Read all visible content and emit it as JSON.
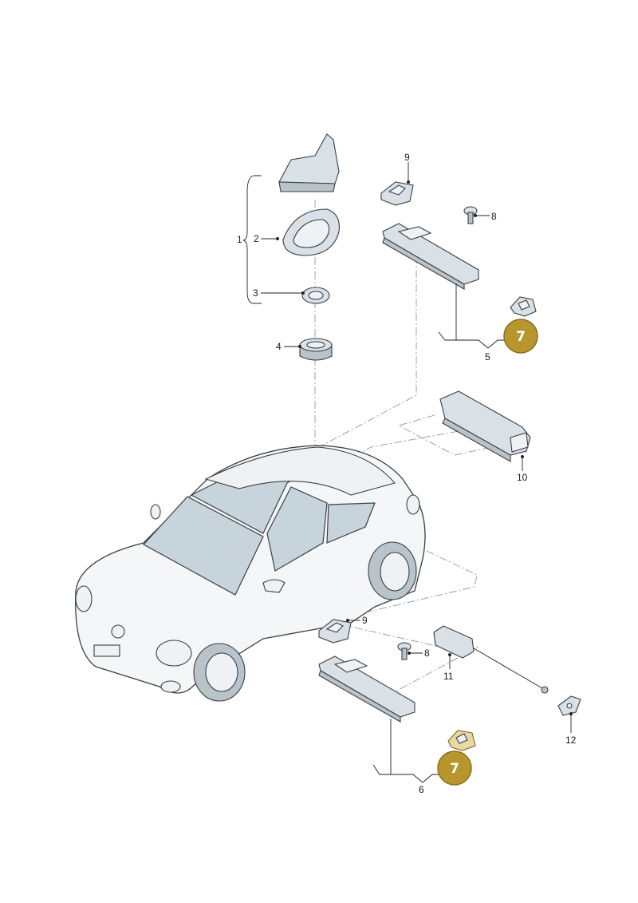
{
  "diagram": {
    "callouts": {
      "c1": "1",
      "c2": "2",
      "c3": "3",
      "c4": "4",
      "c5": "5",
      "c6": "6",
      "c8a": "8",
      "c8b": "8",
      "c9a": "9",
      "c9b": "9",
      "c10": "10",
      "c11": "11",
      "c12": "12"
    },
    "badges": {
      "b7a": "7",
      "b7b": "7"
    },
    "colors": {
      "badge_fill": "#b8962e",
      "badge_stroke": "#8a6f1c"
    }
  }
}
